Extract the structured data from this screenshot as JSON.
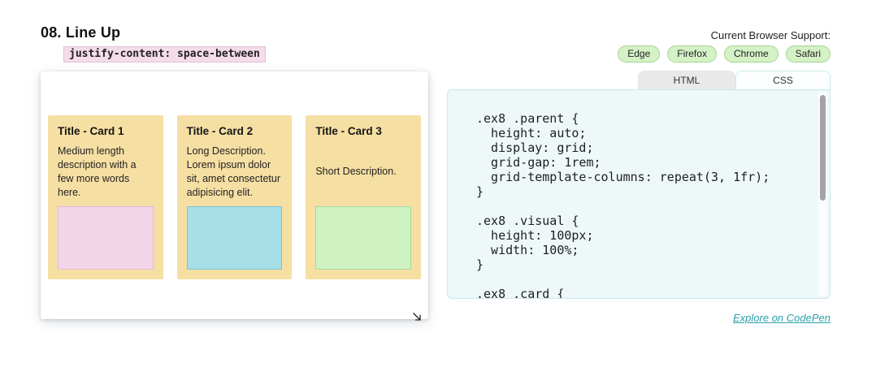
{
  "header": {
    "title": "08. Line Up",
    "property_snippet": "justify-content: space-between",
    "browser_support_label": "Current Browser Support:",
    "browsers": [
      "Edge",
      "Firefox",
      "Chrome",
      "Safari"
    ]
  },
  "demo": {
    "cards": [
      {
        "title": "Title - Card 1",
        "description": "Medium length description with a few more words here.",
        "visual_style": "background:#f2d6e7;border:1px solid #e2bbd6"
      },
      {
        "title": "Title - Card 2",
        "description": "Long Description. Lorem ipsum dolor sit, amet consectetur adipisicing elit.",
        "visual_style": "background:#a6dfe6;border:1px solid #79c4cf"
      },
      {
        "title": "Title - Card 3",
        "description": "Short Description.",
        "visual_style": "background:#cff2c2;border:1px solid #a6d89b"
      }
    ]
  },
  "code_panel": {
    "tabs": [
      {
        "label": "HTML",
        "active": false
      },
      {
        "label": "CSS",
        "active": true
      }
    ],
    "code": ".ex8 .parent {\n  height: auto;\n  display: grid;\n  grid-gap: 1rem;\n  grid-template-columns: repeat(3, 1fr);\n}\n\n.ex8 .visual {\n  height: 100px;\n  width: 100%;\n}\n\n.ex8 .card {",
    "link_label": "Explore on CodePen"
  },
  "colors": {
    "card_bg": "#f6dfa3",
    "snippet_bg": "#f4dcea",
    "badge_bg": "#d5f1c6",
    "badge_border": "#a3d78f",
    "panel_bg": "#eef8f8",
    "panel_border": "#c7e8e8",
    "link_accent": "#2b9fab",
    "visual_pink": "#f2d6e7",
    "visual_teal": "#a6dfe6",
    "visual_green": "#cff2c2"
  }
}
